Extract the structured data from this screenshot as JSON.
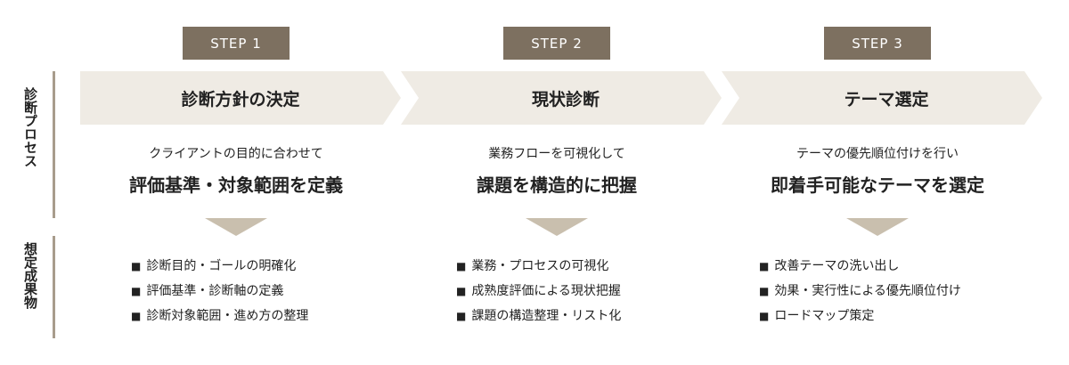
{
  "side_labels": {
    "process": "診断プロセス",
    "deliverables": "想定成果物"
  },
  "steps": [
    {
      "badge": "STEP 1",
      "title": "診断方針の決定",
      "subtitle": "クライアントの目的に合わせて",
      "headline": "評価基準・対象範囲を定義",
      "deliverables": [
        "診断目的・ゴールの明確化",
        "評価基準・診断軸の定義",
        "診断対象範囲・進め方の整理"
      ]
    },
    {
      "badge": "STEP 2",
      "title": "現状診断",
      "subtitle": "業務フローを可視化して",
      "headline": "課題を構造的に把握",
      "deliverables": [
        "業務・プロセスの可視化",
        "成熟度評価による現状把握",
        "課題の構造整理・リスト化"
      ]
    },
    {
      "badge": "STEP 3",
      "title": "テーマ選定",
      "subtitle": "テーマの優先順位付けを行い",
      "headline": "即着手可能なテーマを選定",
      "deliverables": [
        "改善テーマの洗い出し",
        "効果・実行性による優先順位付け",
        "ロードマップ策定"
      ]
    }
  ],
  "colors": {
    "badge": "#7d7060",
    "band": "#efebe4",
    "triangle": "#c9bfae",
    "line": "#a89c8c"
  }
}
